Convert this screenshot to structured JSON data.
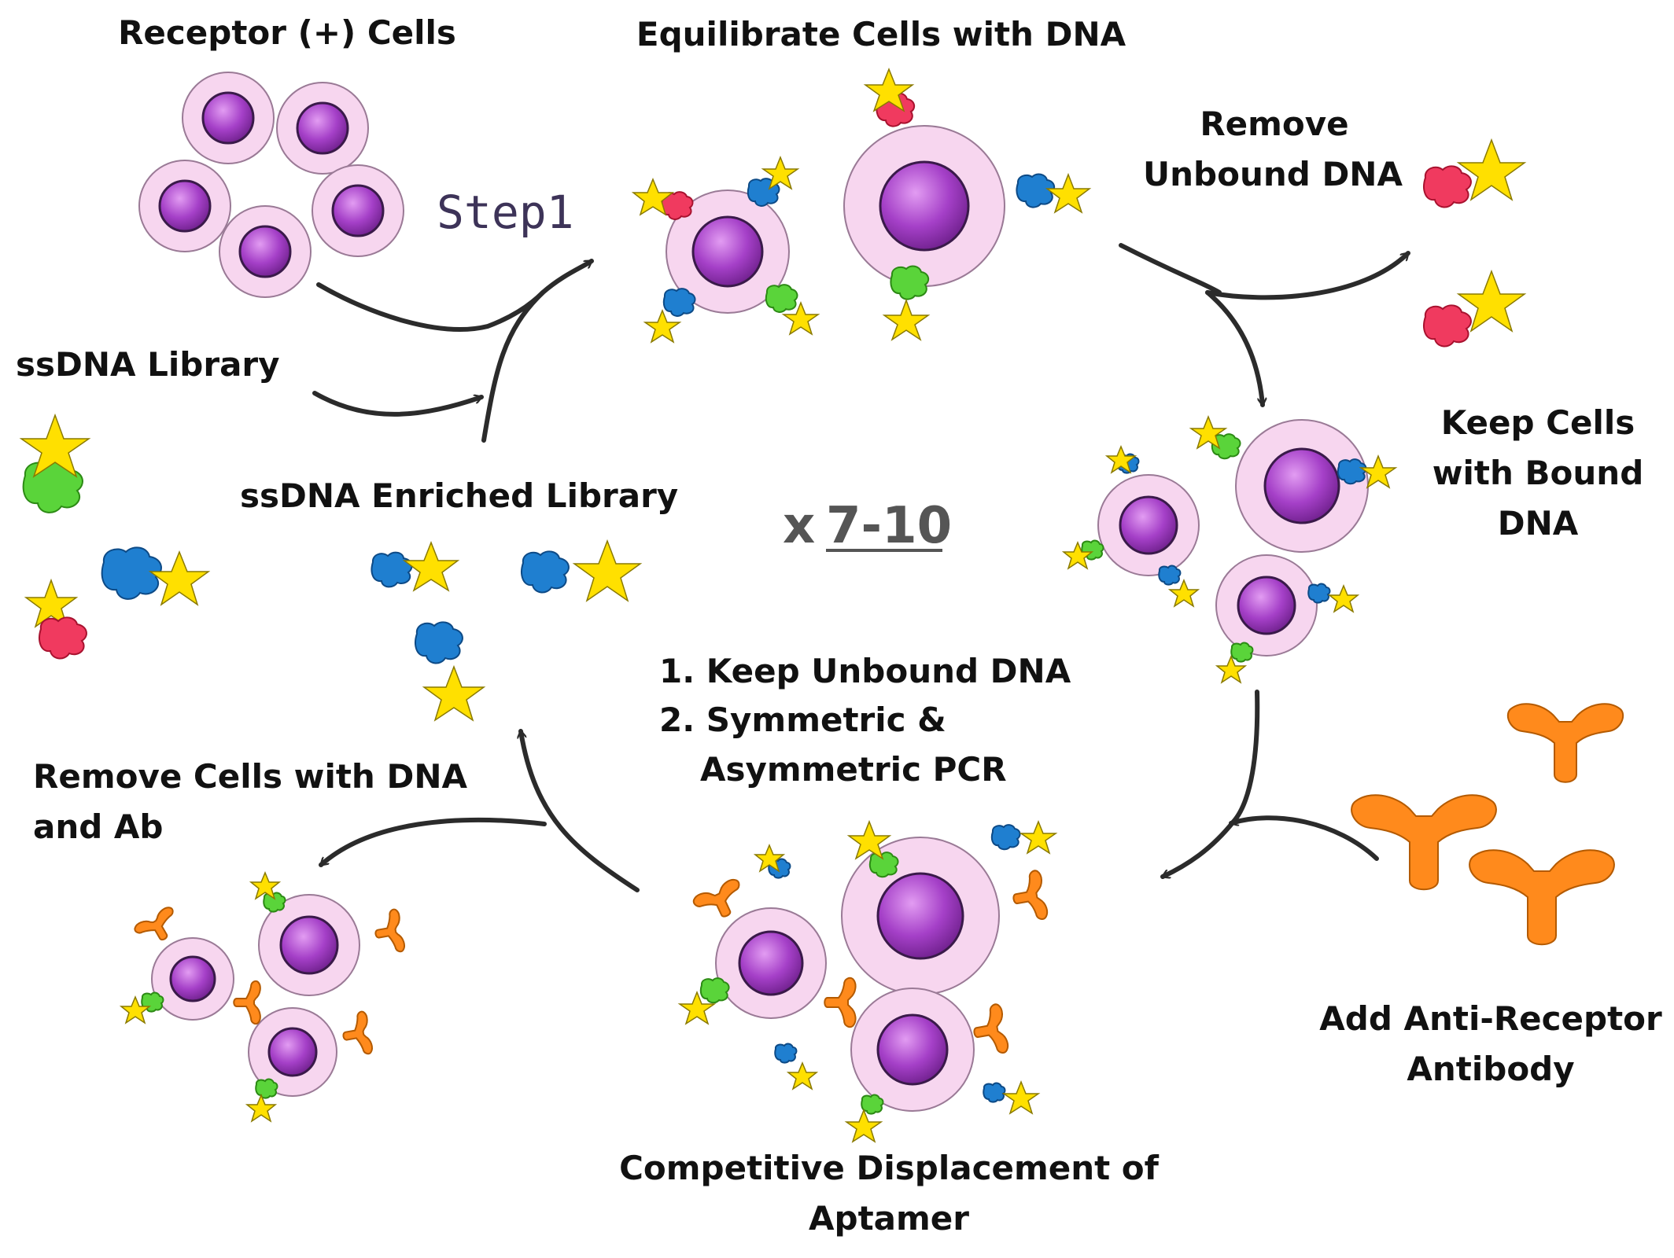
{
  "labels": {
    "receptor_cells": "Receptor (+) Cells",
    "equilibrate": "Equilibrate Cells with DNA",
    "remove_unbound_1": "Remove",
    "remove_unbound_2": "Unbound DNA",
    "step1": "Step1",
    "ssdna_library": "ssDNA Library",
    "ssdna_enriched": "ssDNA Enriched Library",
    "cycles_prefix": "x",
    "cycles_value": "7-10",
    "keep_cells_1": "Keep Cells",
    "keep_cells_2": "with Bound",
    "keep_cells_3": "DNA",
    "keep_unbound": "1.  Keep Unbound DNA",
    "pcr_1": "2.  Symmetric &",
    "pcr_2": "Asymmetric PCR",
    "remove_cells_1": "Remove Cells with DNA",
    "remove_cells_2": "and Ab",
    "add_antibody_1": "Add Anti-Receptor",
    "add_antibody_2": "Antibody",
    "competitive_1": "Competitive Displacement of",
    "competitive_2": "Aptamer"
  },
  "colors": {
    "aptamer_red": "#f03a5f",
    "aptamer_blue": "#1f7fd0",
    "aptamer_green": "#5ad43a",
    "star_yellow": "#ffe000",
    "antibody_orange": "#ff8a1c",
    "cell_membrane": "#f7d6ef",
    "nucleus": "#a540c8"
  }
}
